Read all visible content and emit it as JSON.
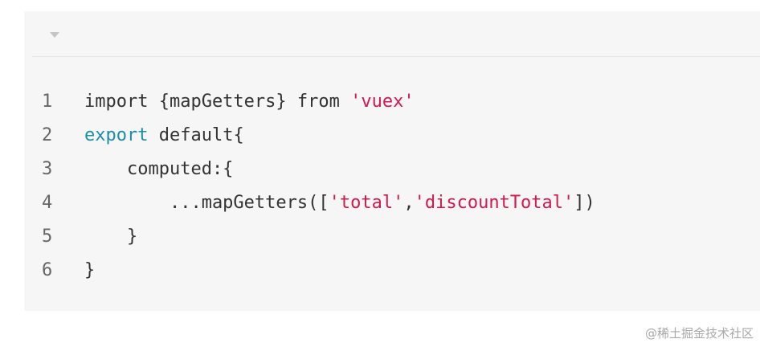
{
  "toolbar": {
    "collapse_icon": "caret-down-icon"
  },
  "code": {
    "lines": [
      {
        "number": "1",
        "tokens": [
          {
            "type": "plain",
            "text": "import {mapGetters} from "
          },
          {
            "type": "string",
            "text": "'vuex'"
          }
        ]
      },
      {
        "number": "2",
        "tokens": [
          {
            "type": "keyword",
            "text": "export"
          },
          {
            "type": "plain",
            "text": " default{"
          }
        ]
      },
      {
        "number": "3",
        "tokens": [
          {
            "type": "plain",
            "text": "    computed:{"
          }
        ]
      },
      {
        "number": "4",
        "tokens": [
          {
            "type": "plain",
            "text": "        ...mapGetters(["
          },
          {
            "type": "string",
            "text": "'total'"
          },
          {
            "type": "plain",
            "text": ","
          },
          {
            "type": "string",
            "text": "'discountTotal'"
          },
          {
            "type": "plain",
            "text": "])"
          }
        ]
      },
      {
        "number": "5",
        "tokens": [
          {
            "type": "plain",
            "text": "    }"
          }
        ]
      },
      {
        "number": "6",
        "tokens": [
          {
            "type": "plain",
            "text": "}"
          }
        ]
      }
    ]
  },
  "colors": {
    "keyword": "#1a8fa8",
    "string": "#d6174d",
    "plain": "#333333",
    "background": "#f6f6f6"
  },
  "watermark": {
    "text": "@稀土掘金技术社区"
  }
}
